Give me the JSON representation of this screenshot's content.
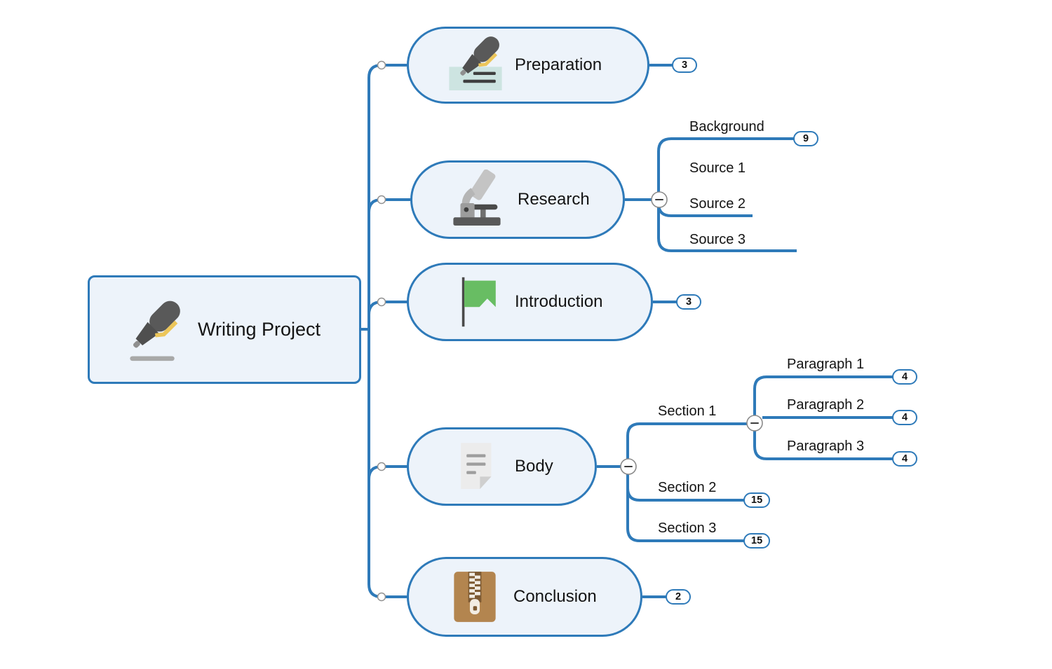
{
  "root": {
    "label": "Writing Project"
  },
  "topics": {
    "preparation": {
      "label": "Preparation",
      "badge": "3"
    },
    "research": {
      "label": "Research",
      "children": {
        "background": {
          "label": "Background",
          "badge": "9"
        },
        "source1": {
          "label": "Source 1"
        },
        "source2": {
          "label": "Source 2"
        },
        "source3": {
          "label": "Source 3"
        }
      }
    },
    "introduction": {
      "label": "Introduction",
      "badge": "3"
    },
    "body": {
      "label": "Body",
      "children": {
        "section1": {
          "label": "Section 1",
          "children": {
            "paragraph1": {
              "label": "Paragraph 1",
              "badge": "4"
            },
            "paragraph2": {
              "label": "Paragraph 2",
              "badge": "4"
            },
            "paragraph3": {
              "label": "Paragraph 3",
              "badge": "4"
            }
          }
        },
        "section2": {
          "label": "Section 2",
          "badge": "15"
        },
        "section3": {
          "label": "Section 3",
          "badge": "15"
        }
      }
    },
    "conclusion": {
      "label": "Conclusion",
      "badge": "2"
    }
  },
  "colors": {
    "line": "#2e7ab9",
    "fill": "#edf3fa",
    "green": "#68bd63",
    "brown": "#b3854f",
    "teal": "#cde4e1"
  }
}
